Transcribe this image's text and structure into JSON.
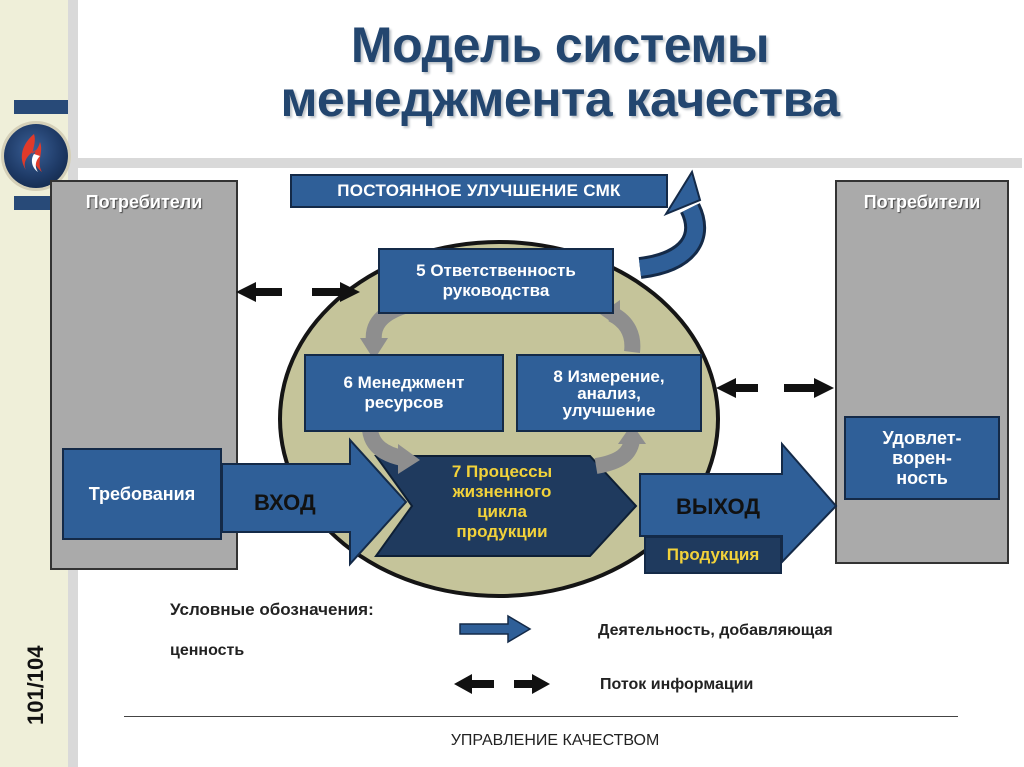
{
  "title_line1": "Модель системы",
  "title_line2": "менеджмента качества",
  "page_number": "101/104",
  "improvement_label": "ПОСТОЯННОЕ УЛУЧШЕНИЕ СМК",
  "left_customers": "Потребители",
  "right_customers": "Потребители",
  "requirements": "Требования",
  "satisfaction_line1": "Удовлет-",
  "satisfaction_line2": "ворен-",
  "satisfaction_line3": "ность",
  "box5_line1": "5 Ответственность",
  "box5_line2": "руководства",
  "box6_line1": "6 Менеджмент",
  "box6_line2": "ресурсов",
  "box8_line1": "8 Измерение,",
  "box8_line2": "анализ,",
  "box8_line3": "улучшение",
  "box7_line1": "7 Процессы",
  "box7_line2": "жизненного",
  "box7_line3": "цикла",
  "box7_line4": "продукции",
  "input_label": "ВХОД",
  "output_label": "ВЫХОД",
  "product_label": "Продукция",
  "legend_title": "Условные обозначения:",
  "legend_value_activity": "Деятельность, добавляющая",
  "legend_value_word": "ценность",
  "legend_info_flow": "Поток информации",
  "footer": "УПРАВЛЕНИЕ КАЧЕСТВОМ",
  "colors": {
    "navy": "#23466f",
    "box_blue": "#2f5f98",
    "oval": "#c5c49a",
    "grey": "#aaaaaa",
    "yellow_text": "#f2d23a"
  }
}
